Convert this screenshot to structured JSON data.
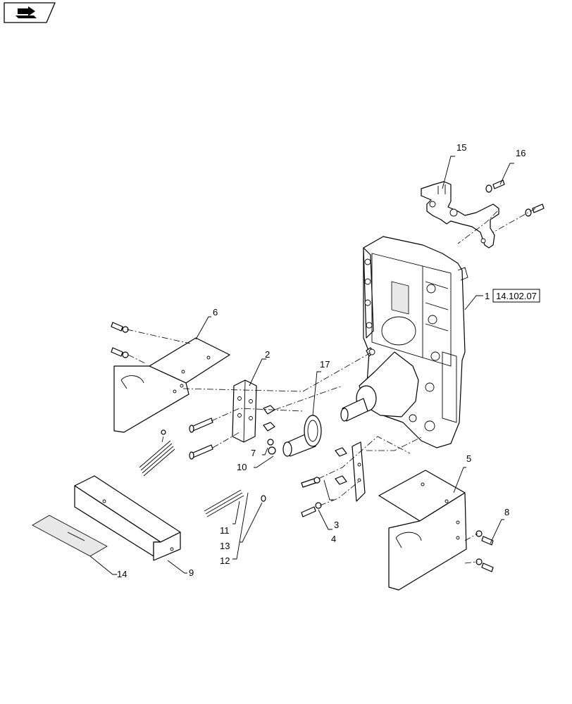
{
  "header": {
    "icon": "book-nav-icon"
  },
  "reference_box": {
    "text": "14.102.07"
  },
  "callouts": [
    {
      "id": "c1",
      "text": "1"
    },
    {
      "id": "c2",
      "text": "2"
    },
    {
      "id": "c3",
      "text": "3"
    },
    {
      "id": "c4",
      "text": "4"
    },
    {
      "id": "c5",
      "text": "5"
    },
    {
      "id": "c6",
      "text": "6"
    },
    {
      "id": "c7",
      "text": "7"
    },
    {
      "id": "c8",
      "text": "8"
    },
    {
      "id": "c9",
      "text": "9"
    },
    {
      "id": "c10",
      "text": "10"
    },
    {
      "id": "c11",
      "text": "11"
    },
    {
      "id": "c12",
      "text": "12"
    },
    {
      "id": "c13",
      "text": "13"
    },
    {
      "id": "c14",
      "text": "14"
    },
    {
      "id": "c15",
      "text": "15"
    },
    {
      "id": "c16",
      "text": "16"
    },
    {
      "id": "c17",
      "text": "17"
    }
  ]
}
